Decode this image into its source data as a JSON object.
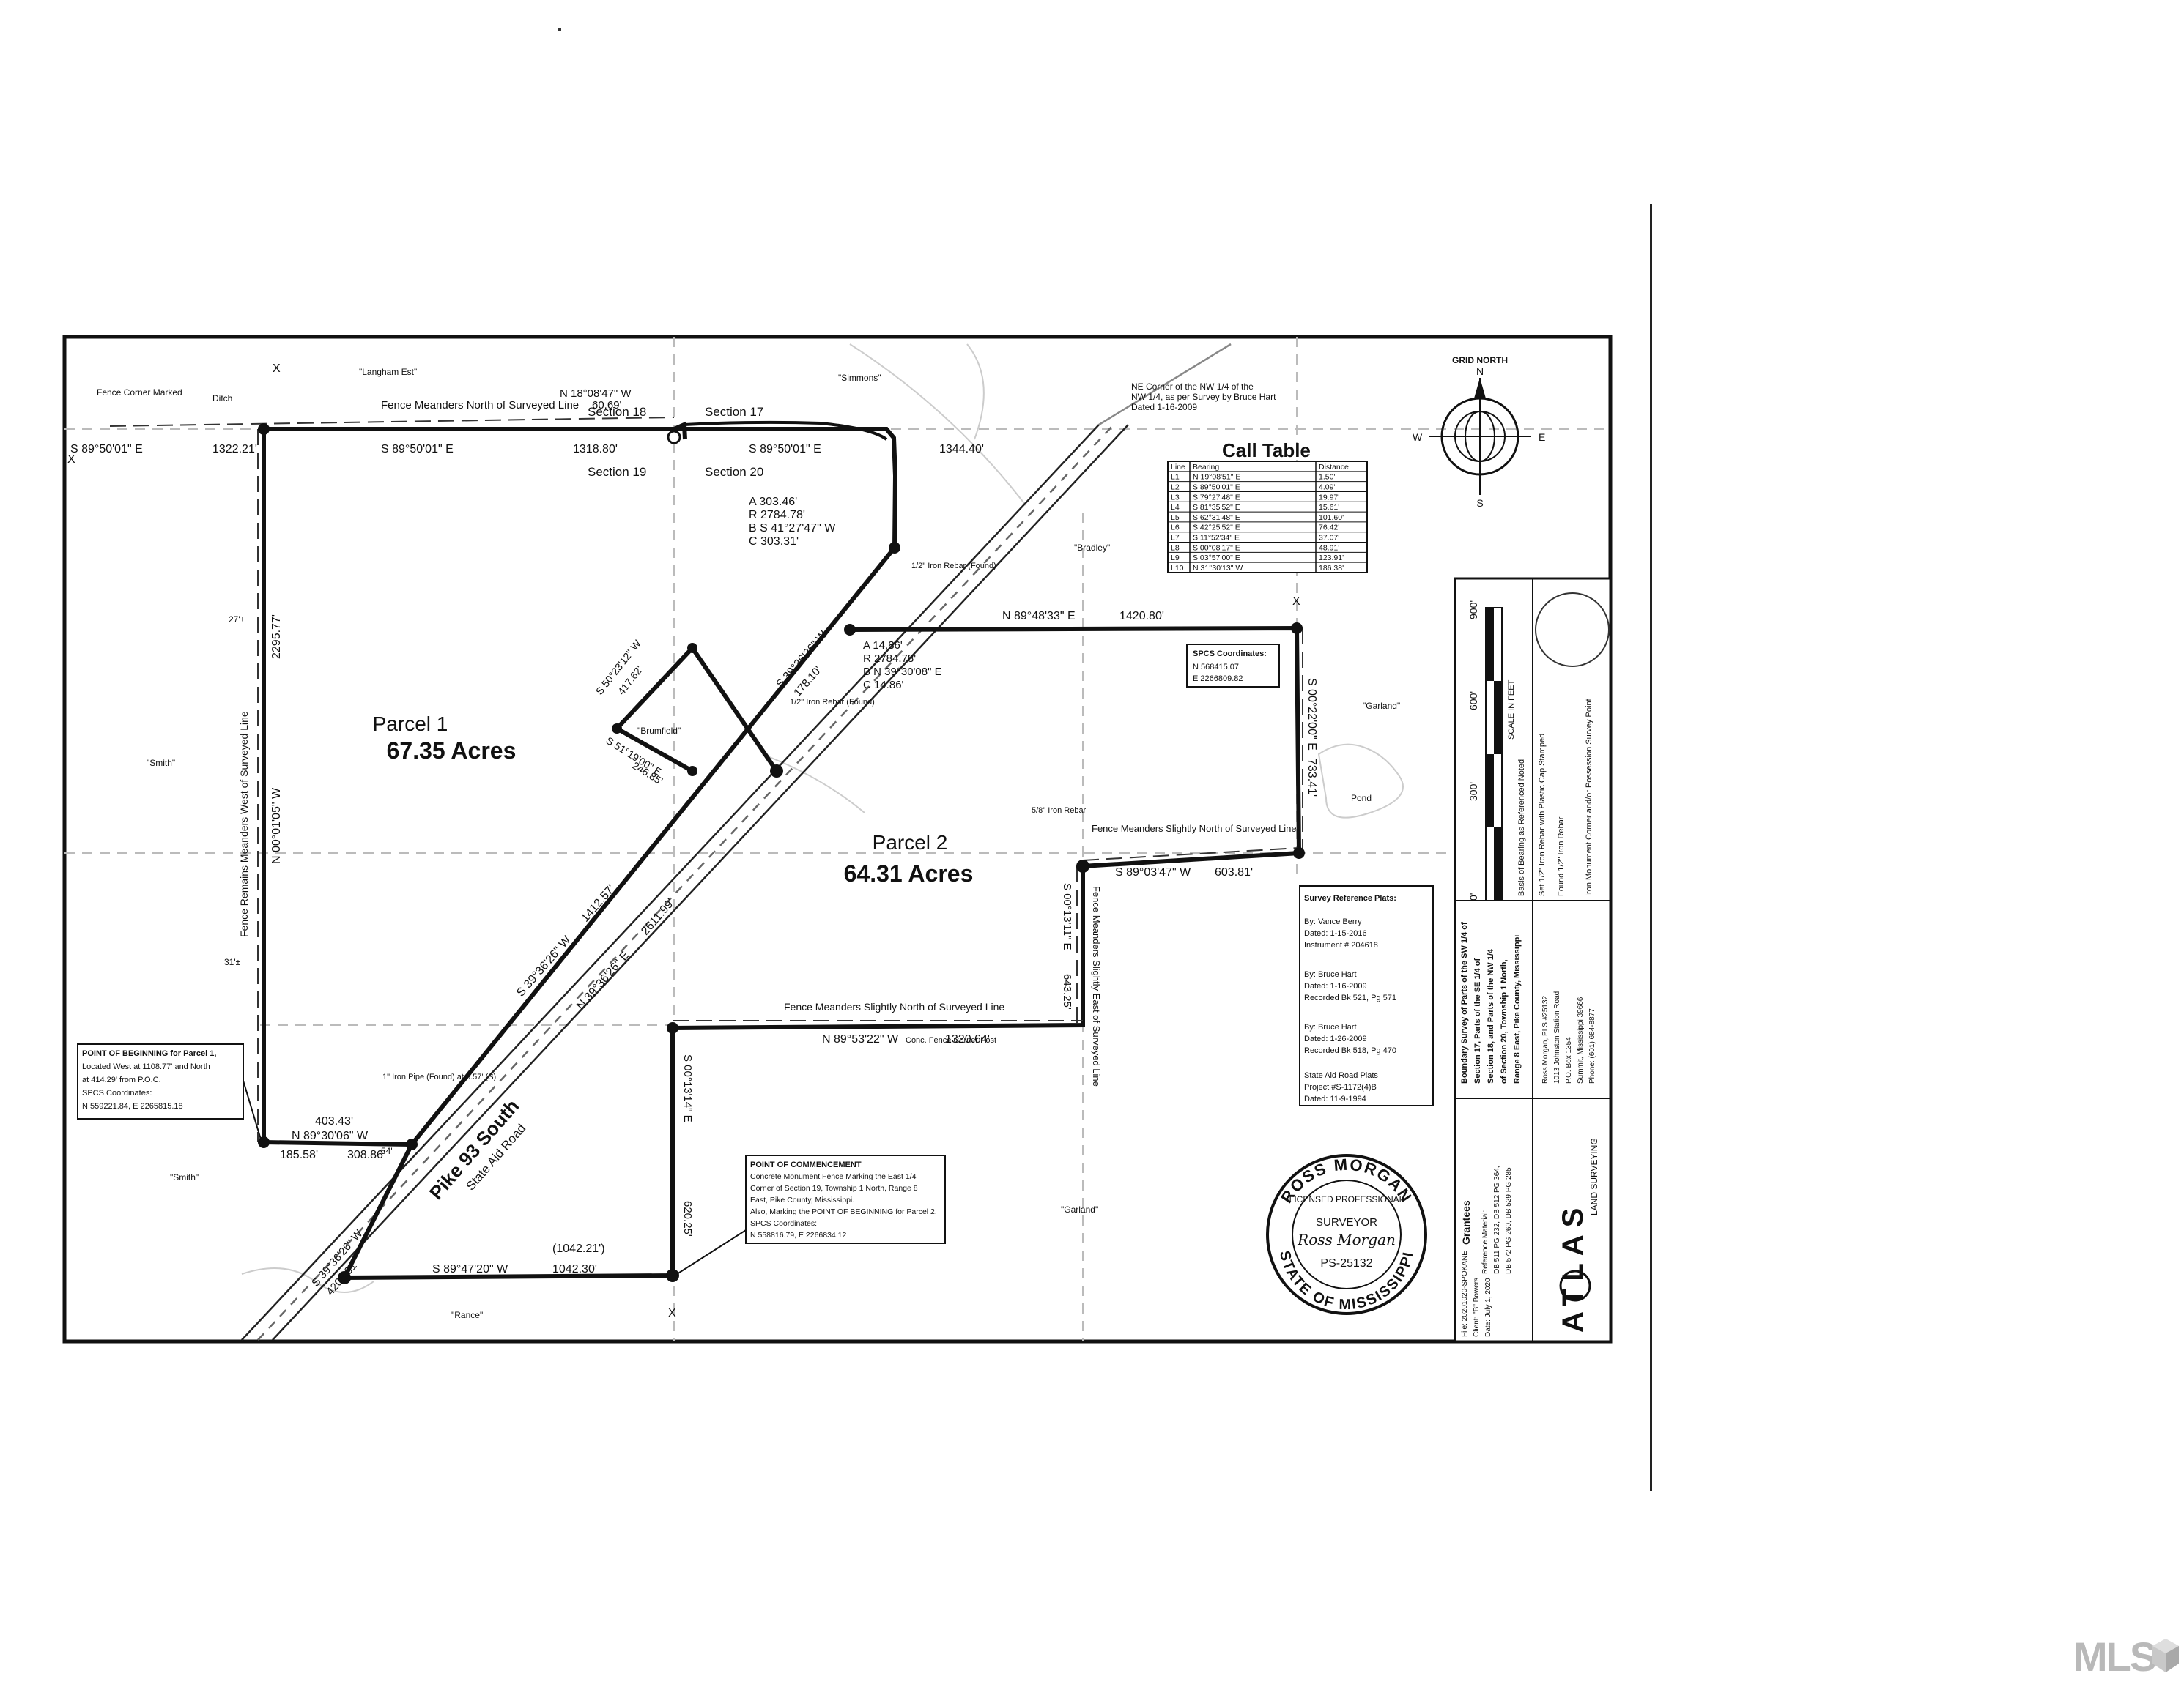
{
  "north": {
    "label": "GRID NORTH",
    "N": "N",
    "S": "S",
    "E": "E",
    "W": "W"
  },
  "sections": {
    "s18": "Section 18",
    "s17": "Section 17",
    "s19": "Section 19",
    "s20": "Section 20"
  },
  "labels": {
    "fence_note": "Fence Corner Marked",
    "fence_north": "Fence Meanders North of Surveyed Line",
    "fence_remains": "Fence Remains Meanders West of Surveyed Line",
    "fence_meanders_n": "Fence Meanders Slightly North of Surveyed Line",
    "fence_meanders_n2": "Fence Meanders Slightly North of Surveyed Line",
    "fence_meanders_e": "Fence Meanders Slightly East of Surveyed Line",
    "ne_corner_1": "NE Corner of the NW 1/4 of the",
    "ne_corner_2": "NW 1/4, as per Survey by Bruce Hart",
    "ne_corner_3": "Dated 1-16-2009",
    "rebar_1": "1/2\" Iron Rebar (Found)",
    "rebar_2": "1/2\" Iron Rebar (Found)",
    "iron_pipe": "1\" Iron Pipe (Found) at 6.57' (S)"
  },
  "road": {
    "name": "Pike 93 South",
    "sub": "State Aid Road"
  },
  "bearings": {
    "b1": "S 89°50'01\" E",
    "b1d": "1322.21'",
    "b2": "S 89°50'01\" E",
    "b2d": "1318.80'",
    "b3": "S 89°50'01\" E",
    "b3d": "1344.40'",
    "b4": "N 18°08'47\" W",
    "b4d": "60.69'",
    "b5": "N 89°48'33\" E",
    "b5d": "1420.80'",
    "b6": "S 00°22'00\" E",
    "b6d": "733.41'",
    "b7": "S 89°03'47\" W",
    "b7d": "603.81'",
    "b8": "S 00°13'11\" E",
    "b8d": "643.25'",
    "b9": "N 89°53'22\" W",
    "b9d": "1320.64'",
    "b10": "S 00°13'14\" E",
    "b10d": "620.25'",
    "b11": "S 89°47'20\" W",
    "b11d": "1042.30'",
    "b11r": "(1042.21')",
    "b12": "N 89°30'06\" W",
    "b12d": "308.86'",
    "b12a": "403.43'",
    "b12b": "185.58'",
    "b13": "S 39°36'26\" W",
    "b13d": "1412.57'",
    "b14": "N 39°36'26\" E",
    "b14d": "2611.99'",
    "b15": "S 39°36'26\" W",
    "b15d": "178.10'",
    "b16": "S 39°36'26\" W",
    "b16d": "4208.31'",
    "west_line": "N 00°01'05\" W",
    "west_dist": "2295.77'",
    "b17": "S 50°23'12\" W",
    "b17d": "417.62'",
    "b18": "S 51°19'00\" E",
    "b18d": "246.85'"
  },
  "curve1": {
    "a": "A 303.46'",
    "r": "R 2784.78'",
    "b": "B S 41°27'47\" W",
    "c": "C 303.31'"
  },
  "curve2": {
    "a": "A 14.86'",
    "r": "R 2784.78'",
    "b": "B N 39°30'08\" E",
    "c": "C 14.86'"
  },
  "call_table": {
    "title": "Call Table",
    "headers": [
      "Line",
      "Bearing",
      "Distance"
    ],
    "rows": [
      [
        "L1",
        "N 19°08'51\" E",
        "1.50'"
      ],
      [
        "L2",
        "S 89°50'01\" E",
        "4.09'"
      ],
      [
        "L3",
        "S 79°27'48\" E",
        "19.97'"
      ],
      [
        "L4",
        "S 81°35'52\" E",
        "15.61'"
      ],
      [
        "L5",
        "S 62°31'48\" E",
        "101.60'"
      ],
      [
        "L6",
        "S 42°25'52\" E",
        "76.42'"
      ],
      [
        "L7",
        "S 11°52'34\" E",
        "37.07'"
      ],
      [
        "L8",
        "S 00°08'17\" E",
        "48.91'"
      ],
      [
        "L9",
        "S 03°57'00\" E",
        "123.91'"
      ],
      [
        "L10",
        "N 31°30'13\" W",
        "186.38'"
      ]
    ]
  },
  "parcel1": {
    "name": "Parcel 1",
    "area": "67.35 Acres"
  },
  "parcel2": {
    "name": "Parcel 2",
    "area": "64.31 Acres"
  },
  "spcs_box": {
    "title": "SPCS Coordinates:",
    "n": "N 568415.07",
    "e": "E 2266809.82"
  },
  "pob_parcel1": {
    "title": "POINT OF BEGINNING for Parcel 1,",
    "l2": "Located West at 1108.77' and North",
    "l3": "at 414.29' from P.O.C.",
    "l4": "SPCS Coordinates:",
    "l5": "N 559221.84, E 2265815.18"
  },
  "poc": {
    "title": "POINT OF COMMENCEMENT",
    "l2": "Concrete Monument Fence Marking the East 1/4",
    "l3": "Corner of Section 19, Township 1 North, Range 8",
    "l4": "East, Pike County, Mississippi.",
    "l5": "Also, Marking the POINT OF BEGINNING for Parcel 2.",
    "l6": "SPCS Coordinates:",
    "l7": "N 558816.79, E 2266834.12"
  },
  "adjacent": {
    "n1": "\"Langham Est\"",
    "n2": "\"Simmons\"",
    "w1": "\"Smith\"",
    "e1": "\"Bradley\"",
    "e2": "\"Garland\"",
    "s1": "\"Smith\"",
    "s2": "\"Rance\"",
    "s3": "\"Garland\"",
    "brumfield": "\"Brumfield\""
  },
  "misc": {
    "x": "X",
    "ditch": "Ditch",
    "iron_corner": "5/8\" Iron Rebar",
    "corner_post": "Conc. Fence Corner Post",
    "pond": "Pond",
    "m27": "27'±",
    "m31": "31'±",
    "m54": "54'"
  },
  "references": {
    "title": "Survey Reference Plats:",
    "r1a": "By: Vance Berry",
    "r1b": "Dated: 1-15-2016",
    "r1c": "Instrument # 204618",
    "r2a": "By: Bruce Hart",
    "r2b": "Dated: 1-16-2009",
    "r2c": "Recorded Bk 521, Pg 571",
    "r3a": "By: Bruce Hart",
    "r3b": "Dated: 1-26-2009",
    "r3c": "Recorded Bk 518, Pg 470",
    "r4a": "State Aid Road Plats",
    "r4b": "Project #S-1172(4)B",
    "r4c": "Dated: 11-9-1994"
  },
  "scale": {
    "t0": "0'",
    "t300": "300'",
    "t600": "600'",
    "t900": "900'",
    "label": "SCALE IN FEET"
  },
  "legend": {
    "head": "Basis of Bearing as Referenced Noted",
    "set": "Set 1/2\" Iron Rebar with Plastic Cap Stamped",
    "found": "Found 1/2\" Iron Rebar",
    "note": "Iron Monument Corner and/or Possession Survey Point"
  },
  "title_block": {
    "desc1": "Boundary Survey of Parts of the SW 1/4 of",
    "desc2": "Section 17, Parts of the SE 1/4 of",
    "desc3": "Section 18, and Parts of the NW 1/4",
    "desc4": "of Section 20, Township 1 North,",
    "desc5": "Range 8 East, Pike County, Mississippi"
  },
  "surveyor_block": {
    "l1": "Ross Morgan, PLS #25132",
    "l2": "1013 Johnston Station Road",
    "l3": "P.O. Box 1354",
    "l4": "Summit, Mississippi 39666",
    "l5": "Phone: (601) 684-8877"
  },
  "grantee": {
    "head": "Grantees",
    "l1": "Reference Material:",
    "l2": "DB 511 PG 232, DB 512 PG 364,",
    "l3": "DB 572 PG 260, DB 529 PG 285"
  },
  "file": {
    "l1": "File: 20201020-SPOKANE",
    "l2": "Client: \"B\" Bowers",
    "l3": "Date: July 1, 2020"
  },
  "seal": {
    "name": "ROSS MORGAN",
    "licensed": "LICENSED PROFESSIONAL",
    "surveyor": "SURVEYOR",
    "signature": "Ross Morgan",
    "number": "PS-25132",
    "state": "STATE OF MISSISSIPPI"
  },
  "atlas": {
    "name": "ATLAS",
    "sub": "LAND SURVEYING"
  },
  "mls": {
    "text": "MLS"
  }
}
